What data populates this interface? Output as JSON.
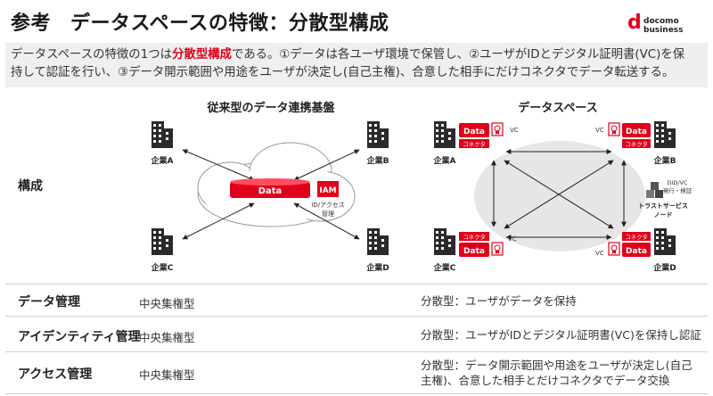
{
  "title": {
    "prefix": "参考",
    "main": "データスペースの特徴：分散型構成"
  },
  "logo": {
    "mark": "d",
    "line1": "docomo",
    "line2": "business",
    "brand_color": "#e0001b"
  },
  "summary": {
    "line1_before": "データスペースの特徴の1つは",
    "line1_highlight": "分散型構成",
    "line1_after": "である。①データは各ユーザ環境で保管し、②ユーザがIDとデジタル証明書(VC)を保",
    "line2": "持して認証を行い、③データ開示範囲や用途をユーザが決定し(自己主権)、合意した相手にだけコネクタでデータ転送する。"
  },
  "diagram": {
    "row_label": "構成",
    "left": {
      "title": "従来型のデータ連携基盤",
      "companies": [
        "企業A",
        "企業B",
        "企業C",
        "企業D"
      ],
      "data_label": "Data",
      "iam_label": "IAM",
      "iam_caption_1": "ID/アクセス",
      "iam_caption_2": "管理"
    },
    "right": {
      "title": "データスペース",
      "companies": [
        "企業A",
        "企業B",
        "企業C",
        "企業D"
      ],
      "data_label": "Data",
      "connector_label": "コネクタ",
      "vc_label": "VC",
      "trust_caption_1": "DID/VC",
      "trust_caption_2": "発行・検証",
      "trust_node_1": "トラストサービス",
      "trust_node_2": "ノード"
    },
    "colors": {
      "accent": "#e0001b",
      "cloud": "#e6e6e6",
      "building": "#2a2a2a"
    }
  },
  "table": {
    "rows": [
      {
        "label": "データ管理",
        "conventional": "中央集権型",
        "dataspace": "分散型：ユーザがデータを保持"
      },
      {
        "label": "アイデンティティ管理",
        "conventional": "中央集権型",
        "dataspace": "分散型：ユーザがIDとデジタル証明書(VC)を保持し認証"
      },
      {
        "label": "アクセス管理",
        "conventional": "中央集権型",
        "dataspace": "分散型：データ開示範囲や用途をユーザが決定し(自己主権)、合意した相手とだけコネクタでデータ交換"
      }
    ]
  }
}
